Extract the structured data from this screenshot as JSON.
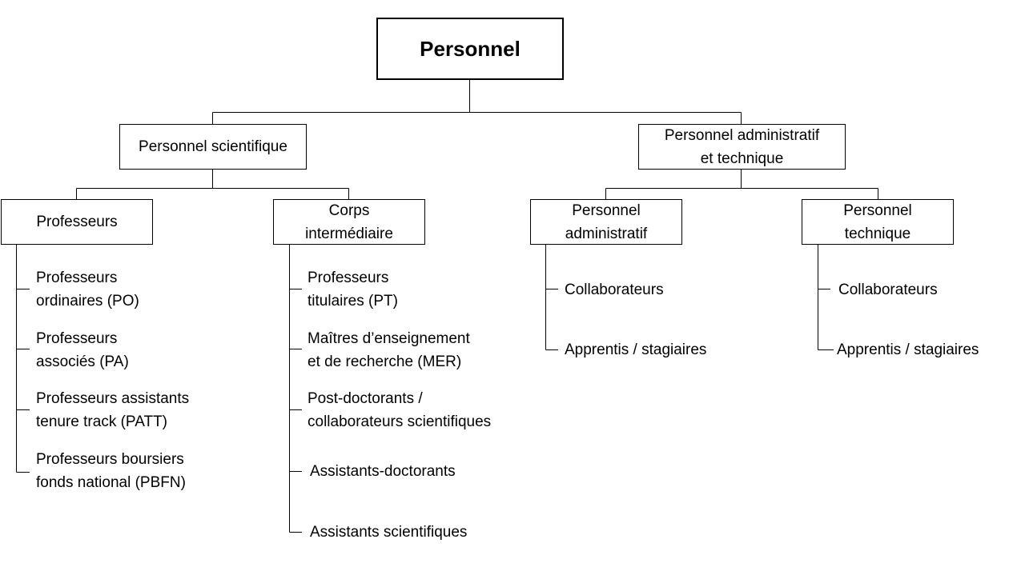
{
  "root": "Personnel",
  "branches": {
    "scientific": {
      "label": "Personnel scientifique",
      "professeurs": {
        "label": "Professeurs",
        "items": [
          [
            "Professeurs",
            "ordinaires (PO)"
          ],
          [
            "Professeurs",
            "associés (PA)"
          ],
          [
            "Professeurs assistants",
            "tenure track (PATT)"
          ],
          [
            "Professeurs boursiers",
            "fonds national (PBFN)"
          ]
        ]
      },
      "corps": {
        "label": [
          "Corps",
          "intermédiaire"
        ],
        "items": [
          [
            "Professeurs",
            "titulaires (PT)"
          ],
          [
            "Maîtres d’enseignement",
            "et de recherche (MER)"
          ],
          [
            "Post-doctorants /",
            "collaborateurs scientifiques"
          ],
          [
            "Assistants-doctorants"
          ],
          [
            "Assistants scientifiques"
          ]
        ]
      }
    },
    "admin_tech": {
      "label": [
        "Personnel administratif",
        "et technique"
      ],
      "admin": {
        "label": [
          "Personnel",
          "administratif"
        ],
        "items": [
          "Collaborateurs",
          "Apprentis / stagiaires"
        ]
      },
      "tech": {
        "label": [
          "Personnel",
          "technique"
        ],
        "items": [
          "Collaborateurs",
          "Apprentis / stagiaires"
        ]
      }
    }
  }
}
